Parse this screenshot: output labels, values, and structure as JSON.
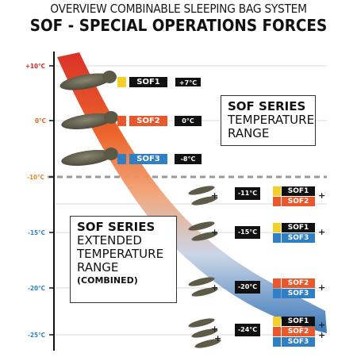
{
  "header": {
    "overview": "OVERVIEW COMBINABLE SLEEPING BAG SYSTEM",
    "title": "SOF - SPECIAL OPERATIONS FORCES"
  },
  "scale": {
    "ticks": [
      {
        "label": "+10°C",
        "color": "#d22a1f"
      },
      {
        "label": "0°C",
        "color": "#e2601d"
      },
      {
        "label": "-10°C",
        "color": "#e8882a"
      },
      {
        "label": "-15°C",
        "color": "#2f7fc5"
      },
      {
        "label": "-20°C",
        "color": "#2f7fc5"
      },
      {
        "label": "-25°C",
        "color": "#2f7fc5"
      }
    ]
  },
  "bags": [
    {
      "name": "SOF1",
      "temp": "+7°C",
      "color": "#f4d02b"
    },
    {
      "name": "SOF2",
      "temp": "0°C",
      "color": "#e8582a"
    },
    {
      "name": "SOF3",
      "temp": "-8°C",
      "color": "#2f7fc5"
    }
  ],
  "series_box": {
    "line1": "SOF SERIES",
    "line2": "TEMPERATURE",
    "line3": "RANGE"
  },
  "extended_box": {
    "line1": "SOF SERIES",
    "line2": "EXTENDED",
    "line3": "TEMPERATURE",
    "line4": "RANGE",
    "line5": "(COMBINED)"
  },
  "combos": [
    {
      "temp": "-11°C",
      "bags": [
        "SOF1",
        "SOF2"
      ]
    },
    {
      "temp": "-15°C",
      "bags": [
        "SOF1",
        "SOF3"
      ]
    },
    {
      "temp": "-20°C",
      "bags": [
        "SOF2",
        "SOF3"
      ]
    },
    {
      "temp": "-24°C",
      "bags": [
        "SOF1",
        "SOF2",
        "SOF3"
      ]
    }
  ],
  "plus_sign": "+",
  "colors": {
    "sof1": "#f4d02b",
    "sof2": "#e8582a",
    "sof3": "#2f7fc5",
    "gauge_line": "#111111"
  }
}
